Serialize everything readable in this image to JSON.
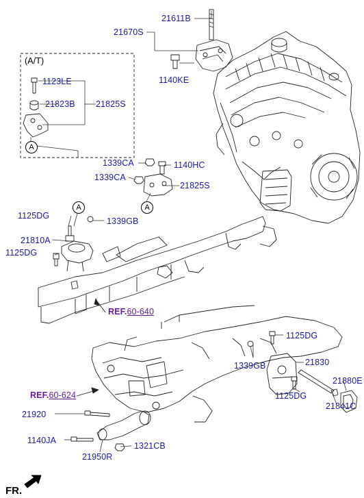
{
  "diagram": {
    "at_box_label": "(A/T)",
    "callout_letter": "A",
    "ref_prefix": "REF.",
    "front_indicator": "FR.",
    "parts": {
      "p21611B": "21611B",
      "p21670S": "21670S",
      "p1140KE": "1140KE",
      "p1123LE": "1123LE",
      "p21823B": "21823B",
      "p21825S_top": "21825S",
      "p1339CA_1": "1339CA",
      "p1140HC": "1140HC",
      "p1339CA_2": "1339CA",
      "p21825S_mid": "21825S",
      "p1125DG_1": "1125DG",
      "p1339GB_1": "1339GB",
      "p21810A": "21810A",
      "p1125DG_2": "1125DG",
      "p1125DG_3": "1125DG",
      "p1339GB_2": "1339GB",
      "p21830": "21830",
      "p1125DG_4": "1125DG",
      "p21880E": "21880E",
      "p21841C": "21841C",
      "p21920": "21920",
      "p1140JA": "1140JA",
      "p1321CB": "1321CB",
      "p21950R": "21950R"
    },
    "refs": {
      "ref_640": "60-640",
      "ref_624": "60-624"
    }
  }
}
